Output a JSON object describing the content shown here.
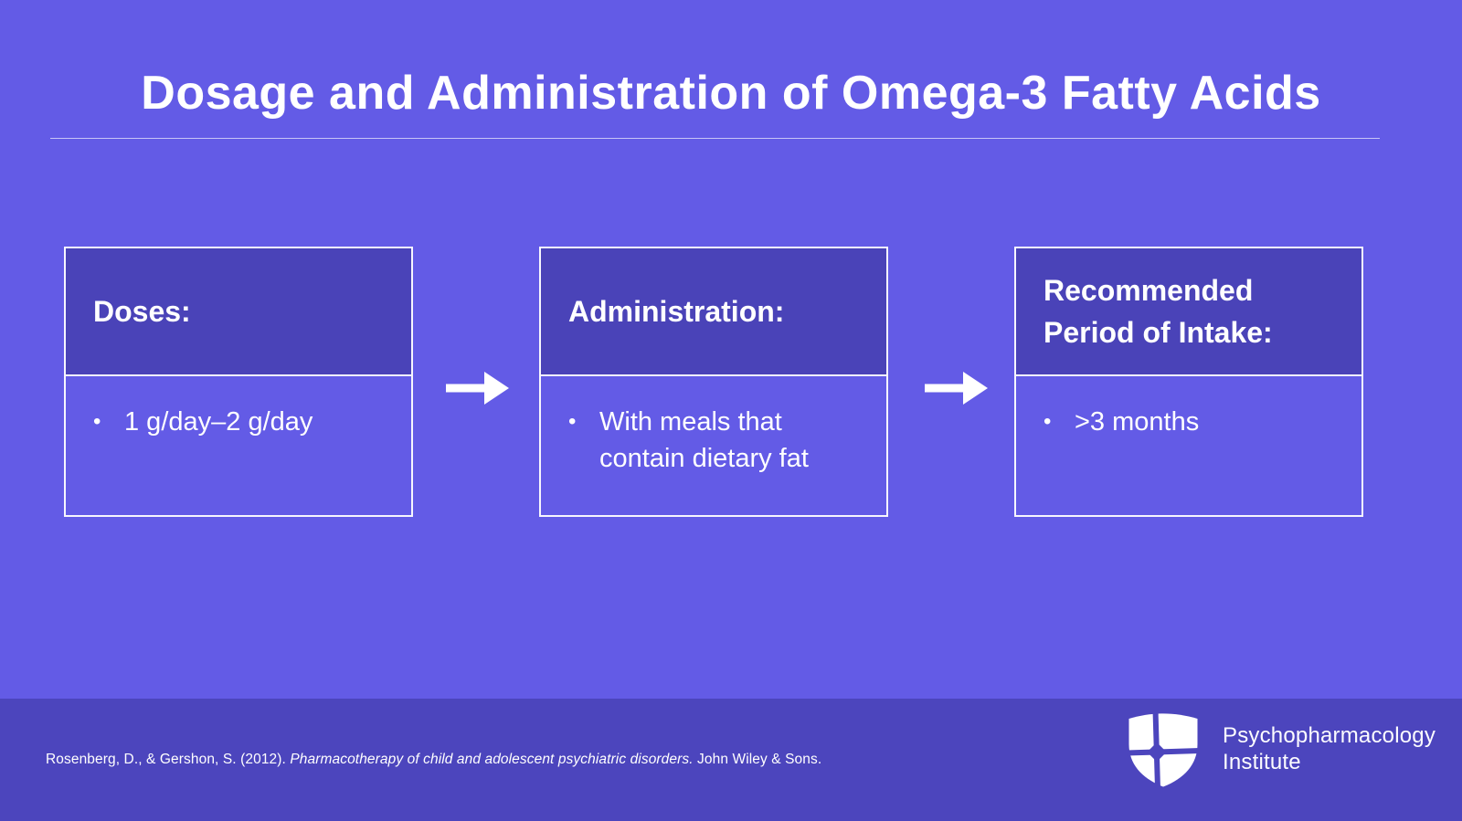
{
  "slide": {
    "title": "Dosage and Administration of Omega-3 Fatty Acids",
    "colors": {
      "background": "#635BE6",
      "box_header_fill": "#4A43B8",
      "footer_band": "#4C45BD",
      "text": "#FFFFFF",
      "border": "#FFFFFF"
    }
  },
  "flow": {
    "boxes": [
      {
        "header": "Doses:",
        "bullets": [
          "1 g/day–2 g/day"
        ]
      },
      {
        "header": "Administration:",
        "bullets": [
          "With meals that contain dietary fat"
        ]
      },
      {
        "header": "Recommended Period of Intake:",
        "bullets": [
          ">3 months"
        ]
      }
    ],
    "bullet_glyph": "•",
    "arrow_icon": "right-arrow"
  },
  "footer": {
    "citation": {
      "prefix": "Rosenberg, D., & Gershon, S. (2012). ",
      "italic_title": "Pharmacotherapy of child and adolescent psychiatric disorders.",
      "suffix": " John Wiley & Sons."
    },
    "logo": {
      "icon": "shield-cross-icon",
      "line1": "Psychopharmacology",
      "line2": "Institute"
    }
  }
}
